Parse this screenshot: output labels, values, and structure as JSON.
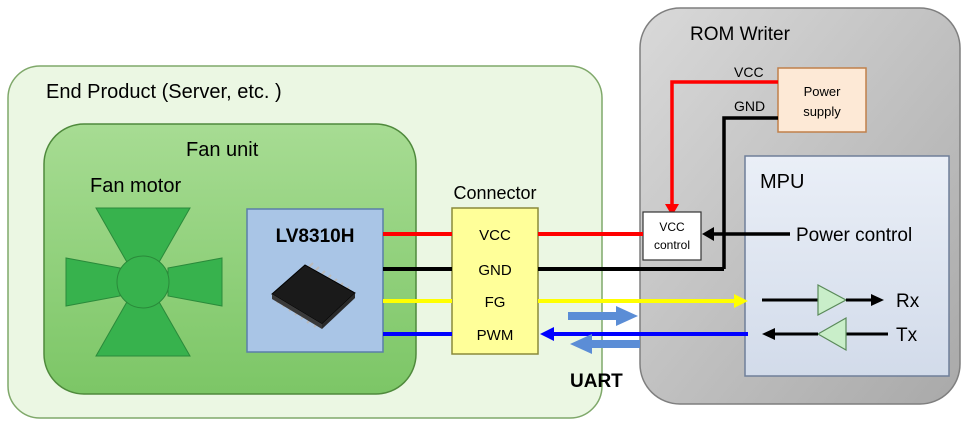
{
  "end_product": {
    "title": "End Product (Server, etc. )"
  },
  "fan_unit": {
    "title": "Fan unit",
    "motor_label": "Fan motor"
  },
  "chip": {
    "name": "LV8310H"
  },
  "connector": {
    "title": "Connector",
    "pins": [
      "VCC",
      "GND",
      "FG",
      "PWM"
    ]
  },
  "rom_writer": {
    "title": "ROM Writer",
    "vcc_label": "VCC",
    "gnd_label": "GND",
    "power_supply": {
      "line1": "Power",
      "line2": "supply"
    },
    "vcc_control": {
      "line1": "VCC",
      "line2": "control"
    },
    "mpu": {
      "title": "MPU",
      "power_control": "Power control",
      "rx": "Rx",
      "tx": "Tx"
    }
  },
  "uart_label": "UART",
  "colors": {
    "end_product_fill": "#ebf7e3",
    "fan_unit_fill": "#8ed07a",
    "chip_fill": "#a9c5e6",
    "connector_fill": "#ffff99",
    "rom_writer_fill": "#c8c8c8",
    "mpu_fill": "#dfe6f2",
    "power_supply_fill": "#fde9d6",
    "wire_vcc": "#ff0000",
    "wire_gnd": "#000000",
    "wire_fg": "#ffff00",
    "wire_pwm": "#0000ff",
    "uart_arrow": "#5b8dd6",
    "fan_green": "#37b24d"
  }
}
